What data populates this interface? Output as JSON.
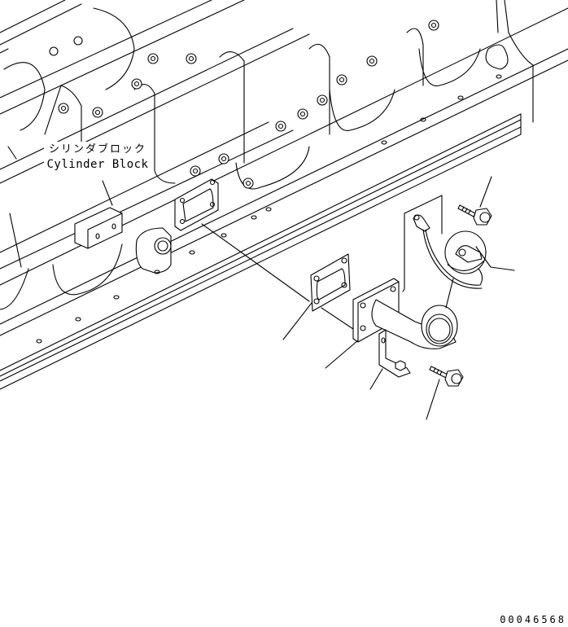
{
  "diagram": {
    "type": "exploded parts illustration",
    "subject": "Cylinder block with side-mounted tube, gasket, bracket, cap and bolts",
    "labels": {
      "cylinder_block_jp": "シリンダブロック",
      "cylinder_block_en": "Cylinder Block"
    },
    "parts": [
      {
        "id": "gasket",
        "name": "gasket"
      },
      {
        "id": "tube",
        "name": "flanged elbow tube"
      },
      {
        "id": "bracket",
        "name": "L bracket"
      },
      {
        "id": "bolt-upper",
        "name": "bolt"
      },
      {
        "id": "bolt-lower",
        "name": "bolt"
      },
      {
        "id": "cap",
        "name": "cap with strap"
      }
    ],
    "figure_number": "00046568",
    "colors": {
      "line": "#000000",
      "background": "#ffffff"
    }
  }
}
